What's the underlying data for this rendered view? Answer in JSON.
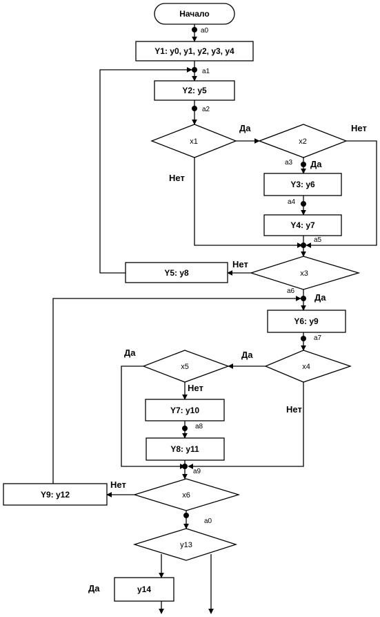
{
  "start": {
    "label": "Начало"
  },
  "operators": {
    "y1": "Y1: y0, y1, y2, y3, y4",
    "y2": "Y2: y5",
    "y3": "Y3: y6",
    "y4": "Y4: y7",
    "y5": "Y5: y8",
    "y6": "Y6: y9",
    "y7": "Y7: y10",
    "y8": "Y8: y11",
    "y9": "Y9: y12",
    "y14": "y14"
  },
  "conditions": {
    "x1": "x1",
    "x2": "x2",
    "x3": "x3",
    "x4": "x4",
    "x5": "x5",
    "x6": "x6",
    "y13": "y13"
  },
  "states": {
    "a0_top": "a0",
    "a1": "a1",
    "a2": "a2",
    "a3": "a3",
    "a4": "a4",
    "a5": "a5",
    "a6": "a6",
    "a7": "a7",
    "a8": "a8",
    "a9": "a9",
    "a0_bottom": "a0"
  },
  "branch_labels": {
    "yes": "Да",
    "no": "Нет"
  }
}
